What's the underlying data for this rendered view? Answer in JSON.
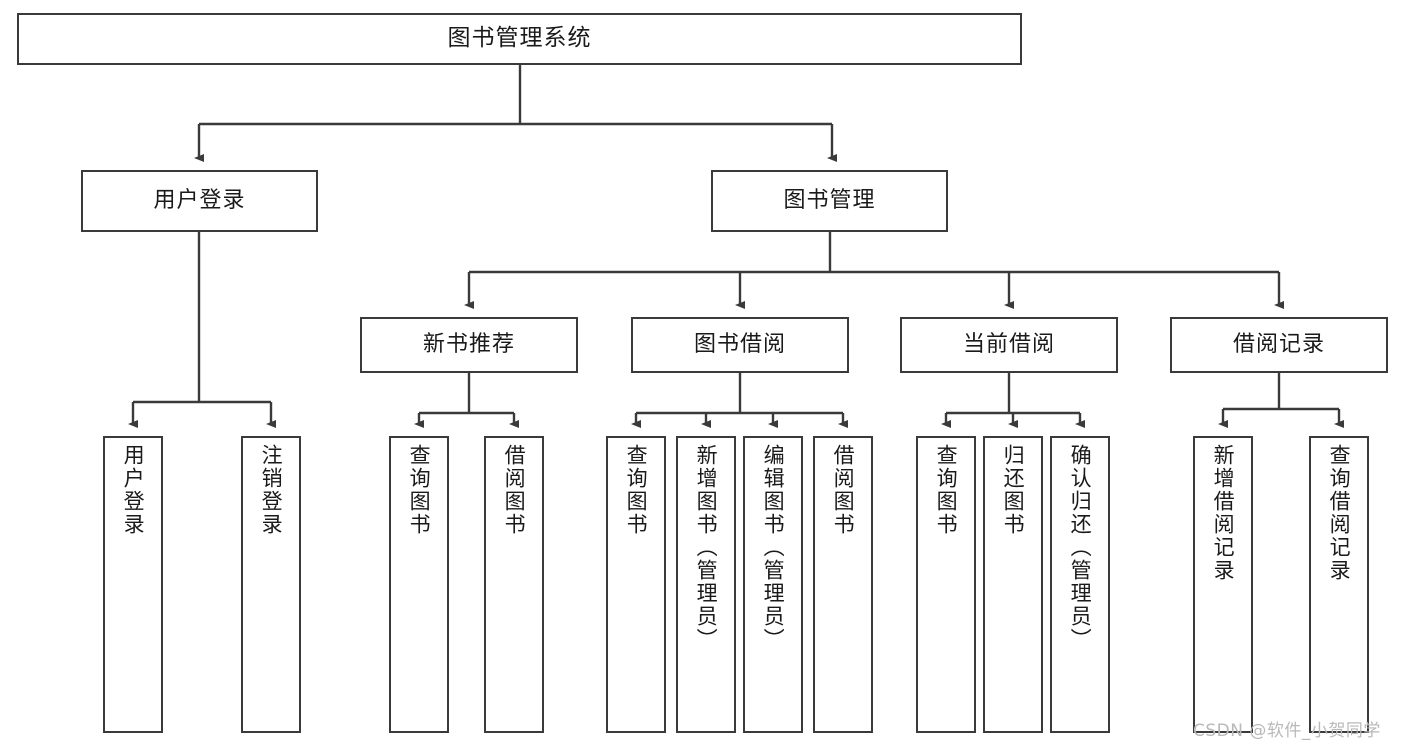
{
  "diagram": {
    "title": "图书管理系统",
    "type": "tree-hierarchy-diagram",
    "background_color": "#ffffff",
    "box_border_color": "#3a3a3a",
    "edge_color": "#3a3a3a",
    "text_color": "#1a1a1a"
  },
  "nodes": {
    "root": {
      "label": "图书管理系统"
    },
    "level2": [
      {
        "label": "用户登录"
      },
      {
        "label": "图书管理"
      }
    ],
    "level3": [
      {
        "label": "新书推荐"
      },
      {
        "label": "图书借阅"
      },
      {
        "label": "当前借阅"
      },
      {
        "label": "借阅记录"
      }
    ],
    "leaves": {
      "user_login": [
        {
          "label": "用户登录"
        },
        {
          "label": "注销登录"
        }
      ],
      "new_book_recommend": [
        {
          "label": "查询图书"
        },
        {
          "label": "借阅图书"
        }
      ],
      "book_borrow": [
        {
          "label": "查询图书"
        },
        {
          "label": "新增图书（管理员）"
        },
        {
          "label": "编辑图书（管理员）"
        },
        {
          "label": "借阅图书"
        }
      ],
      "current_borrow": [
        {
          "label": "查询图书"
        },
        {
          "label": "归还图书"
        },
        {
          "label": "确认归还（管理员）"
        }
      ],
      "borrow_record": [
        {
          "label": "新增借阅记录"
        },
        {
          "label": "查询借阅记录"
        }
      ]
    }
  },
  "watermark": {
    "text": "CSDN @软件_小贺同学",
    "color": "#b9b9b9"
  }
}
